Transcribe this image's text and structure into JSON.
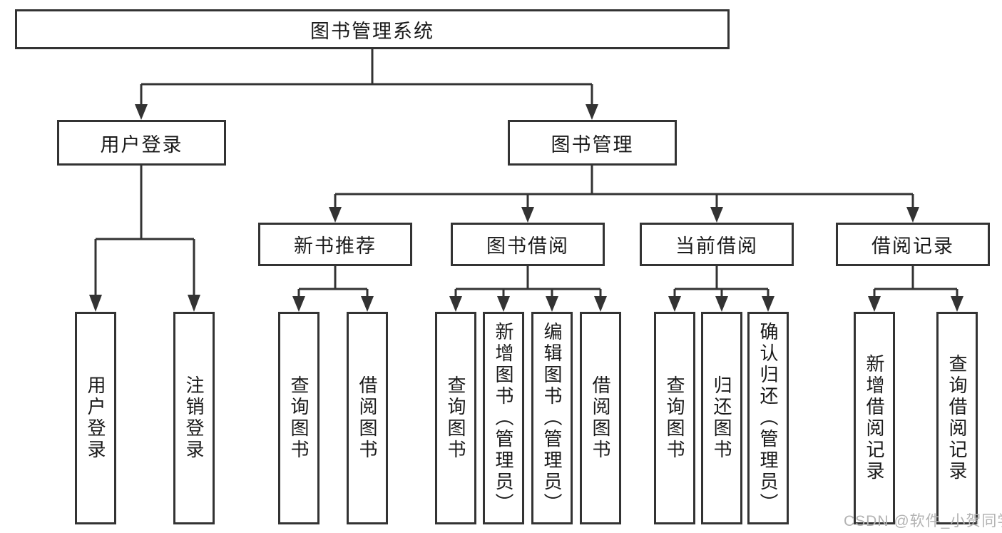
{
  "diagram": {
    "type": "hierarchy-tree",
    "tree": {
      "label": "图书管理系统",
      "children": [
        {
          "label": "用户登录",
          "children": [
            {
              "label": "用户登录"
            },
            {
              "label": "注销登录"
            }
          ]
        },
        {
          "label": "图书管理",
          "children": [
            {
              "label": "新书推荐",
              "children": [
                {
                  "label": "查询图书"
                },
                {
                  "label": "借阅图书"
                }
              ]
            },
            {
              "label": "图书借阅",
              "children": [
                {
                  "label": "查询图书"
                },
                {
                  "label": "新增图书（管理员）"
                },
                {
                  "label": "编辑图书（管理员）"
                },
                {
                  "label": "借阅图书"
                }
              ]
            },
            {
              "label": "当前借阅",
              "children": [
                {
                  "label": "查询图书"
                },
                {
                  "label": "归还图书"
                },
                {
                  "label": "确认归还（管理员）"
                }
              ]
            },
            {
              "label": "借阅记录",
              "children": [
                {
                  "label": "新增借阅记录"
                },
                {
                  "label": "查询借阅记录"
                }
              ]
            }
          ]
        }
      ]
    },
    "colors": {
      "line": "#333333",
      "box_border": "#333333",
      "box_background": "#ffffff",
      "text": "#1a1a1a",
      "watermark": "#b3b3b3"
    }
  },
  "watermark": {
    "text": "CSDN @软件_小贺同学"
  }
}
